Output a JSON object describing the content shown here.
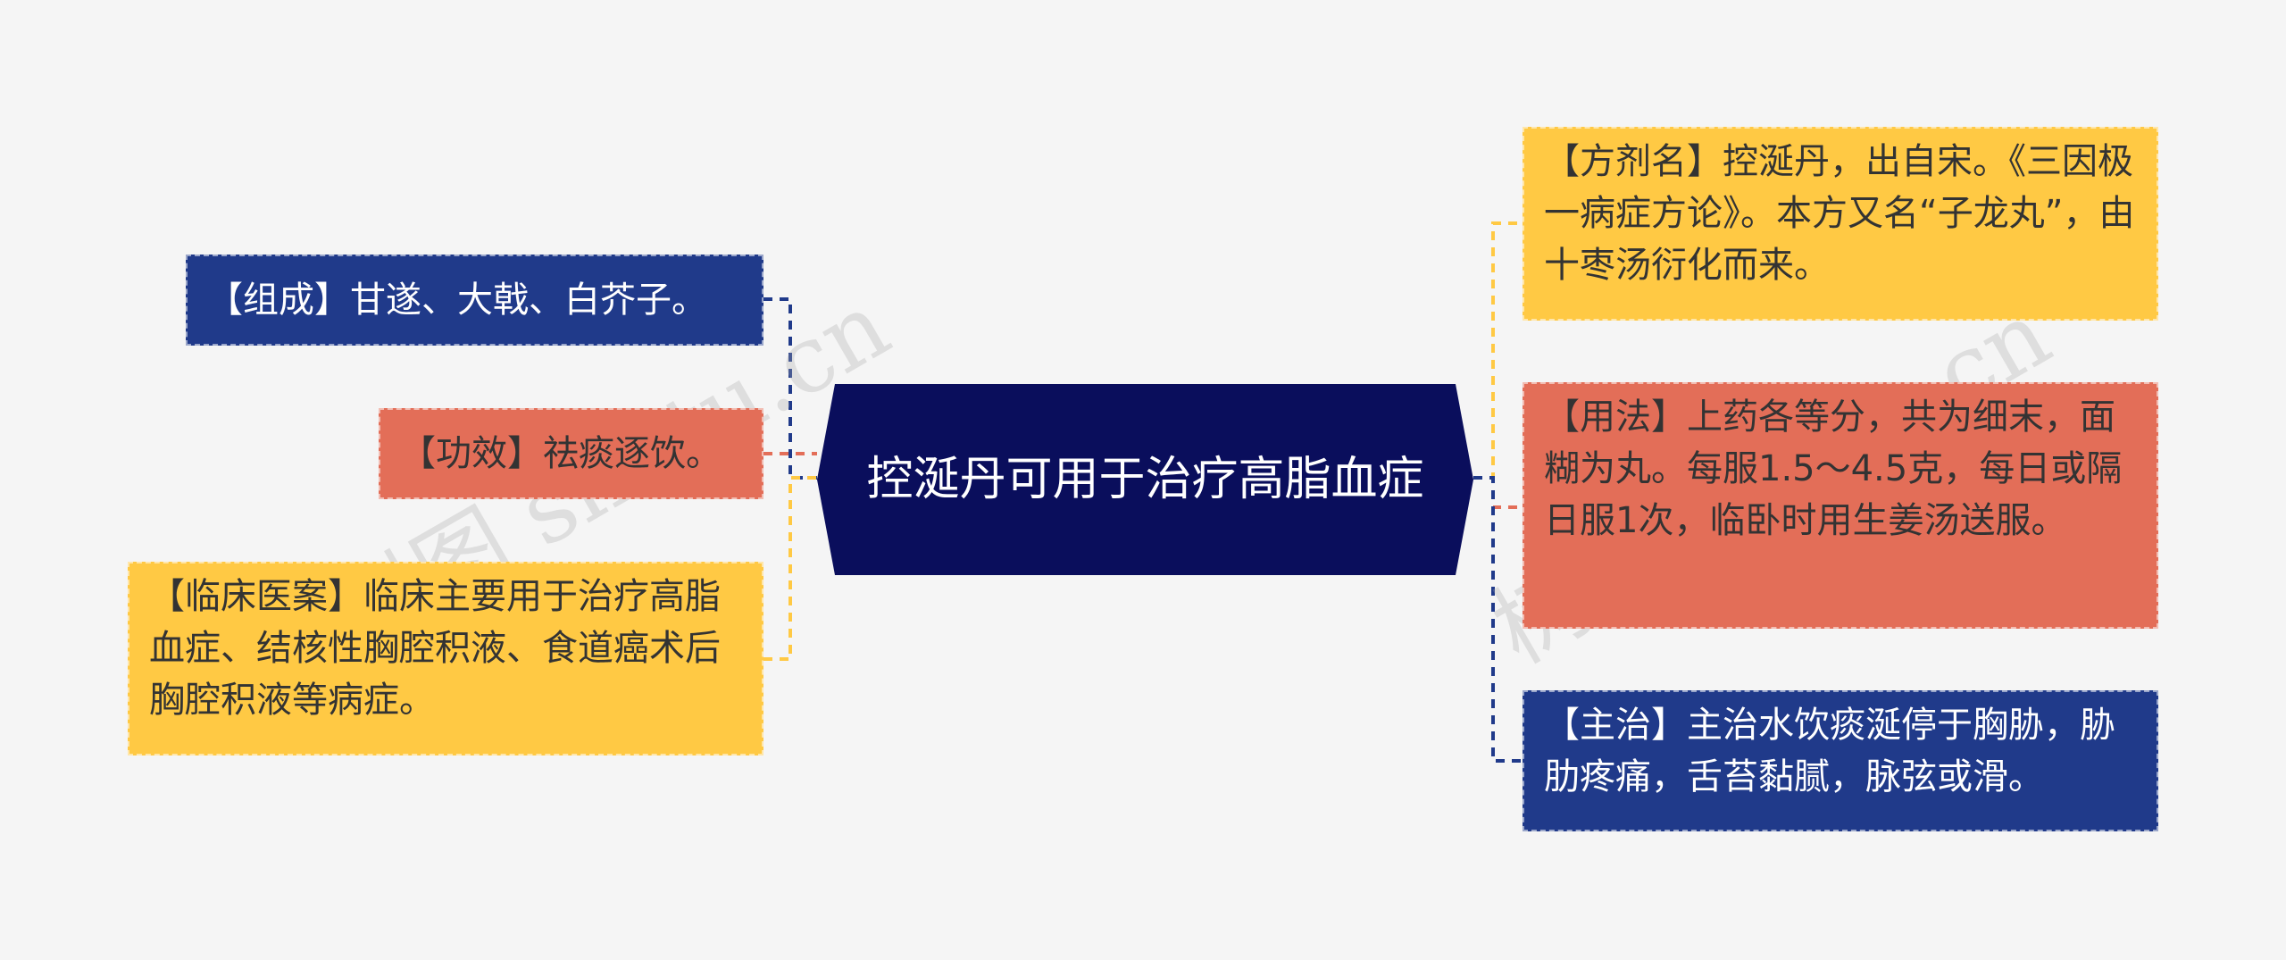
{
  "center": {
    "title": "控涎丹可用于治疗高脂血症"
  },
  "left_nodes": [
    {
      "id": "composition",
      "text": "【组成】甘遂、大戟、白芥子。"
    },
    {
      "id": "efficacy",
      "text": "【功效】祛痰逐饮。"
    },
    {
      "id": "clinical",
      "text": "【临床医案】临床主要用于治疗高脂血症、结核性胸腔积液、食道癌术后胸腔积液等病症。"
    }
  ],
  "right_nodes": [
    {
      "id": "formula-name",
      "text": "【方剂名】控涎丹，出自宋。《三因极一病症方论》。本方又名“子龙丸”，由十枣汤衍化而来。"
    },
    {
      "id": "usage",
      "text": "【用法】上药各等分，共为细末，面糊为丸。每服1.5～4.5克，每日或隔日服1次，临卧时用生姜汤送服。"
    },
    {
      "id": "indication",
      "text": "【主治】主治水饮痰涎停于胸胁，胁肋疼痛，舌苔黏腻，脉弦或滑。"
    }
  ],
  "watermarks": [
    "树图 shutu.cn",
    "树图 shutu.cn"
  ],
  "colors": {
    "background": "#f5f5f5",
    "center": "#0a0e5c",
    "blue": "#203a8a",
    "red": "#e36e58",
    "yellow": "#ffc944"
  }
}
